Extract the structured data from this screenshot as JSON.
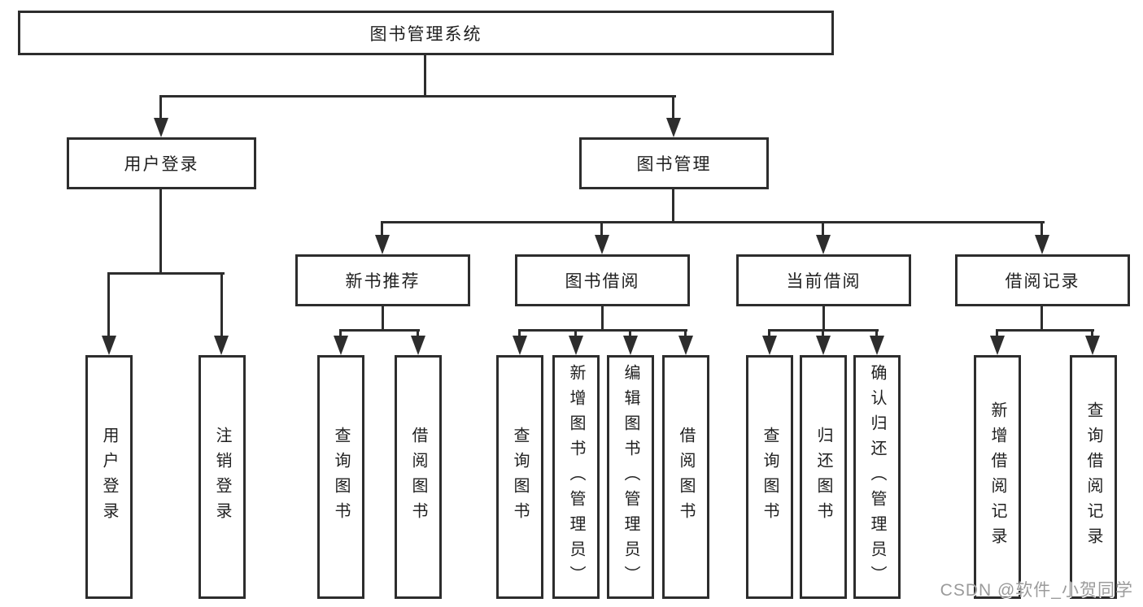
{
  "tree": {
    "root": "图书管理系统",
    "children": [
      {
        "label": "用户登录",
        "children": [
          "用户登录",
          "注销登录"
        ]
      },
      {
        "label": "图书管理",
        "children": [
          {
            "label": "新书推荐",
            "children": [
              "查询图书",
              "借阅图书"
            ]
          },
          {
            "label": "图书借阅",
            "children": [
              "查询图书",
              "新增图书（管理员）",
              "编辑图书（管理员）",
              "借阅图书"
            ]
          },
          {
            "label": "当前借阅",
            "children": [
              "查询图书",
              "归还图书",
              "确认归还（管理员）"
            ]
          },
          {
            "label": "借阅记录",
            "children": [
              "新增借阅记录",
              "查询借阅记录"
            ]
          }
        ]
      }
    ]
  },
  "watermark": "CSDN @软件_小贺同学",
  "colors": {
    "line": "#2d2d2d",
    "text": "#1f1f1f",
    "box_bg": "#ffffff",
    "watermark": "#9b9b9b"
  }
}
